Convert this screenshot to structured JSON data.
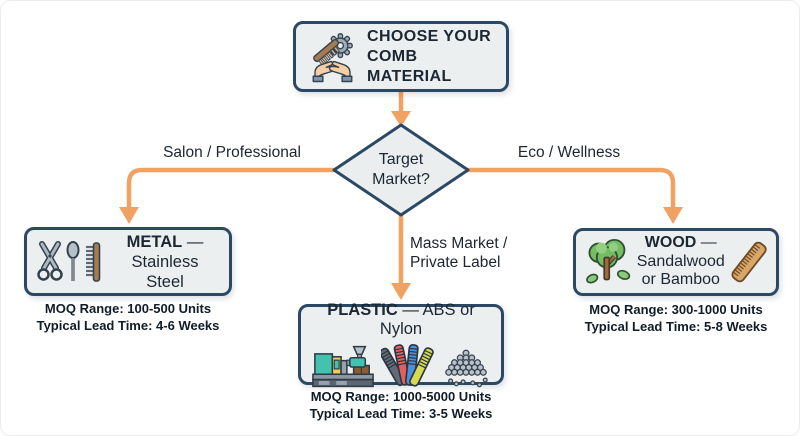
{
  "colors": {
    "arrow_orange": "#F1A262",
    "node_border": "#2B4964",
    "node_fill": "#ECEFF0",
    "text_dark": "#1B2733"
  },
  "start_node": {
    "label": "CHOOSE YOUR\nCOMB MATERIAL",
    "icon": "hands-holding-comb-gear-icon"
  },
  "decision_node": {
    "label": "Target\nMarket?"
  },
  "branch_labels": {
    "salon": "Salon / Professional",
    "eco": "Eco / Wellness",
    "mass": "Mass Market /\nPrivate Label"
  },
  "material_nodes": {
    "metal": {
      "name_bold": "METAL",
      "name_rest": " —\nStainless Steel",
      "icons": [
        "scissors-icon",
        "tail-comb-icon",
        "metal-comb-icon"
      ],
      "moq": "MOQ Range: 100-500 Units",
      "lead_time": "Typical Lead Time: 4-6 Weeks"
    },
    "plastic": {
      "name_bold": "PLASTIC",
      "name_rest": " — ABS or Nylon",
      "icons": [
        "injection-molding-machine-icon",
        "plastic-combs-icon",
        "plastic-pellets-icon"
      ],
      "moq": "MOQ Range: 1000-5000 Units",
      "lead_time": "Typical Lead Time: 3-5 Weeks"
    },
    "wood": {
      "name_bold": "WOOD",
      "name_rest": " —\nSandalwood\nor Bamboo",
      "icons": [
        "tree-icon",
        "wooden-comb-icon"
      ],
      "moq": "MOQ Range: 300-1000 Units",
      "lead_time": "Typical Lead Time: 5-8 Weeks"
    }
  }
}
